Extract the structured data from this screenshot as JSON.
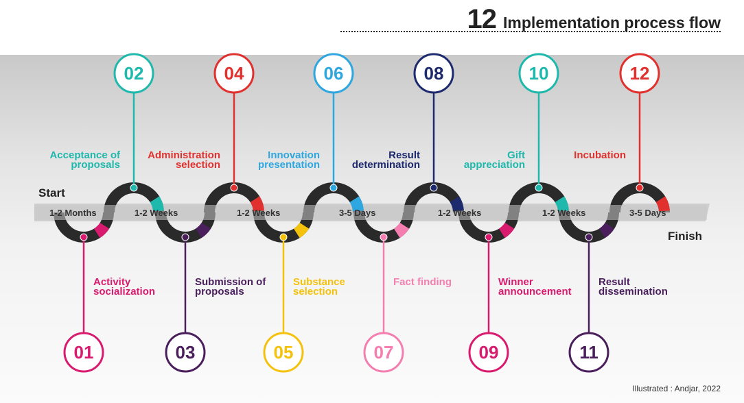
{
  "title": {
    "number": "12",
    "text": "Implementation process flow"
  },
  "start_label": "Start",
  "finish_label": "Finish",
  "credit": "Illustrated : Andjar, 2022",
  "durations": [
    "1-2 Months",
    "1-2 Weeks",
    "1-2 Weeks",
    "3-5 Days",
    "1-2 Weeks",
    "1-2 Weeks",
    "3-5 Days"
  ],
  "steps": [
    {
      "num": "01",
      "line1": "Activity",
      "line2": "socialization",
      "color": "#d81b6f"
    },
    {
      "num": "02",
      "line1": "Acceptance of",
      "line2": "proposals",
      "color": "#1fb8ac"
    },
    {
      "num": "03",
      "line1": "Submission of",
      "line2": "proposals",
      "color": "#4a1f5c"
    },
    {
      "num": "04",
      "line1": "Administration",
      "line2": "selection",
      "color": "#e0312f"
    },
    {
      "num": "05",
      "line1": "Substance",
      "line2": "selection",
      "color": "#f4c20d"
    },
    {
      "num": "06",
      "line1": "Innovation",
      "line2": "presentation",
      "color": "#2ea7e0"
    },
    {
      "num": "07",
      "line1": "Fact finding",
      "line2": "",
      "color": "#f47eb0"
    },
    {
      "num": "08",
      "line1": "Result",
      "line2": "determination",
      "color": "#1e2a6e"
    },
    {
      "num": "09",
      "line1": "Winner",
      "line2": "announcement",
      "color": "#d81b6f"
    },
    {
      "num": "10",
      "line1": "Gift",
      "line2": "appreciation",
      "color": "#1fb8ac"
    },
    {
      "num": "11",
      "line1": "Result",
      "line2": "dissemination",
      "color": "#4a1f5c"
    },
    {
      "num": "12",
      "line1": "Incubation",
      "line2": "",
      "color": "#e0312f"
    }
  ]
}
